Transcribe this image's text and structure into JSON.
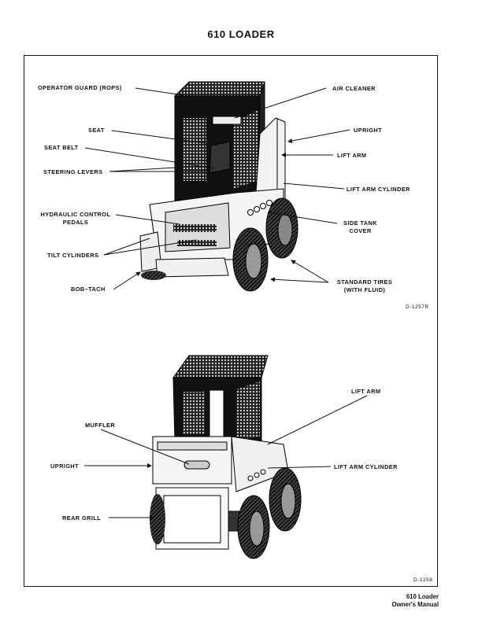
{
  "page_title": "610 LOADER",
  "front_view": {
    "labels": {
      "operator_guard": "OPERATOR GUARD (ROPS)",
      "seat": "SEAT",
      "seat_belt": "SEAT BELT",
      "steering_levers": "STEERING LEVERS",
      "hydraulic_control_1": "HYDRAULIC CONTROL",
      "hydraulic_control_2": "PEDALS",
      "tilt_cylinders": "TILT CYLINDERS",
      "bob_tach": "BOB–TACH",
      "air_cleaner": "AIR CLEANER",
      "upright": "UPRIGHT",
      "lift_arm": "LIFT ARM",
      "lift_arm_cylinder": "LIFT ARM CYLINDER",
      "side_tank_1": "SIDE TANK",
      "side_tank_2": "COVER",
      "tires_1": "STANDARD TIRES",
      "tires_2": "(WITH FLUID)"
    },
    "figure_id": "D-1257R"
  },
  "rear_view": {
    "labels": {
      "muffler": "MUFFLER",
      "upright": "UPRIGHT",
      "rear_grill": "REAR GRILL",
      "lift_arm": "LIFT ARM",
      "lift_arm_cylinder": "LIFT ARM CYLINDER"
    },
    "figure_id": "D-1258"
  },
  "footer": {
    "line1": "610 Loader",
    "line2": "Owner's Manual"
  }
}
